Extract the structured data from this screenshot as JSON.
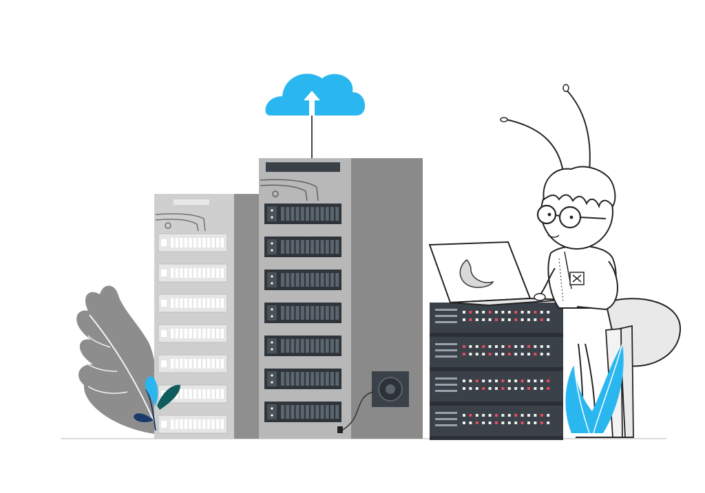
{
  "illustration": {
    "subject": "server-upload-illustration",
    "elements": [
      {
        "name": "cloud-upload-icon",
        "color": "#2AB7F0"
      },
      {
        "name": "server-tower-short",
        "color": "#C9C9C9"
      },
      {
        "name": "server-tower-tall",
        "color": "#B5B5B5"
      },
      {
        "name": "server-rack-stack",
        "color": "#3A4148"
      },
      {
        "name": "laptop-icon",
        "color": "#FFFFFF"
      },
      {
        "name": "ant-character",
        "color": "#FFFFFF"
      },
      {
        "name": "leaf-plant-grey",
        "color": "#8A8A8A"
      },
      {
        "name": "leaf-plant-blue",
        "color": "#2AB7F0"
      },
      {
        "name": "desk-fan-icon",
        "color": "#3A4148"
      }
    ],
    "colors": {
      "accent": "#2AB7F0",
      "dark_rack": "#3A4148",
      "grey_light": "#CFCFCF",
      "grey_mid": "#9A9A9A",
      "grey_dark": "#7A7A7A",
      "led_red": "#E84A5F",
      "led_white": "#F2F2F2",
      "leaf_teal": "#0E5C5E",
      "leaf_navy": "#1A3A6B"
    }
  }
}
